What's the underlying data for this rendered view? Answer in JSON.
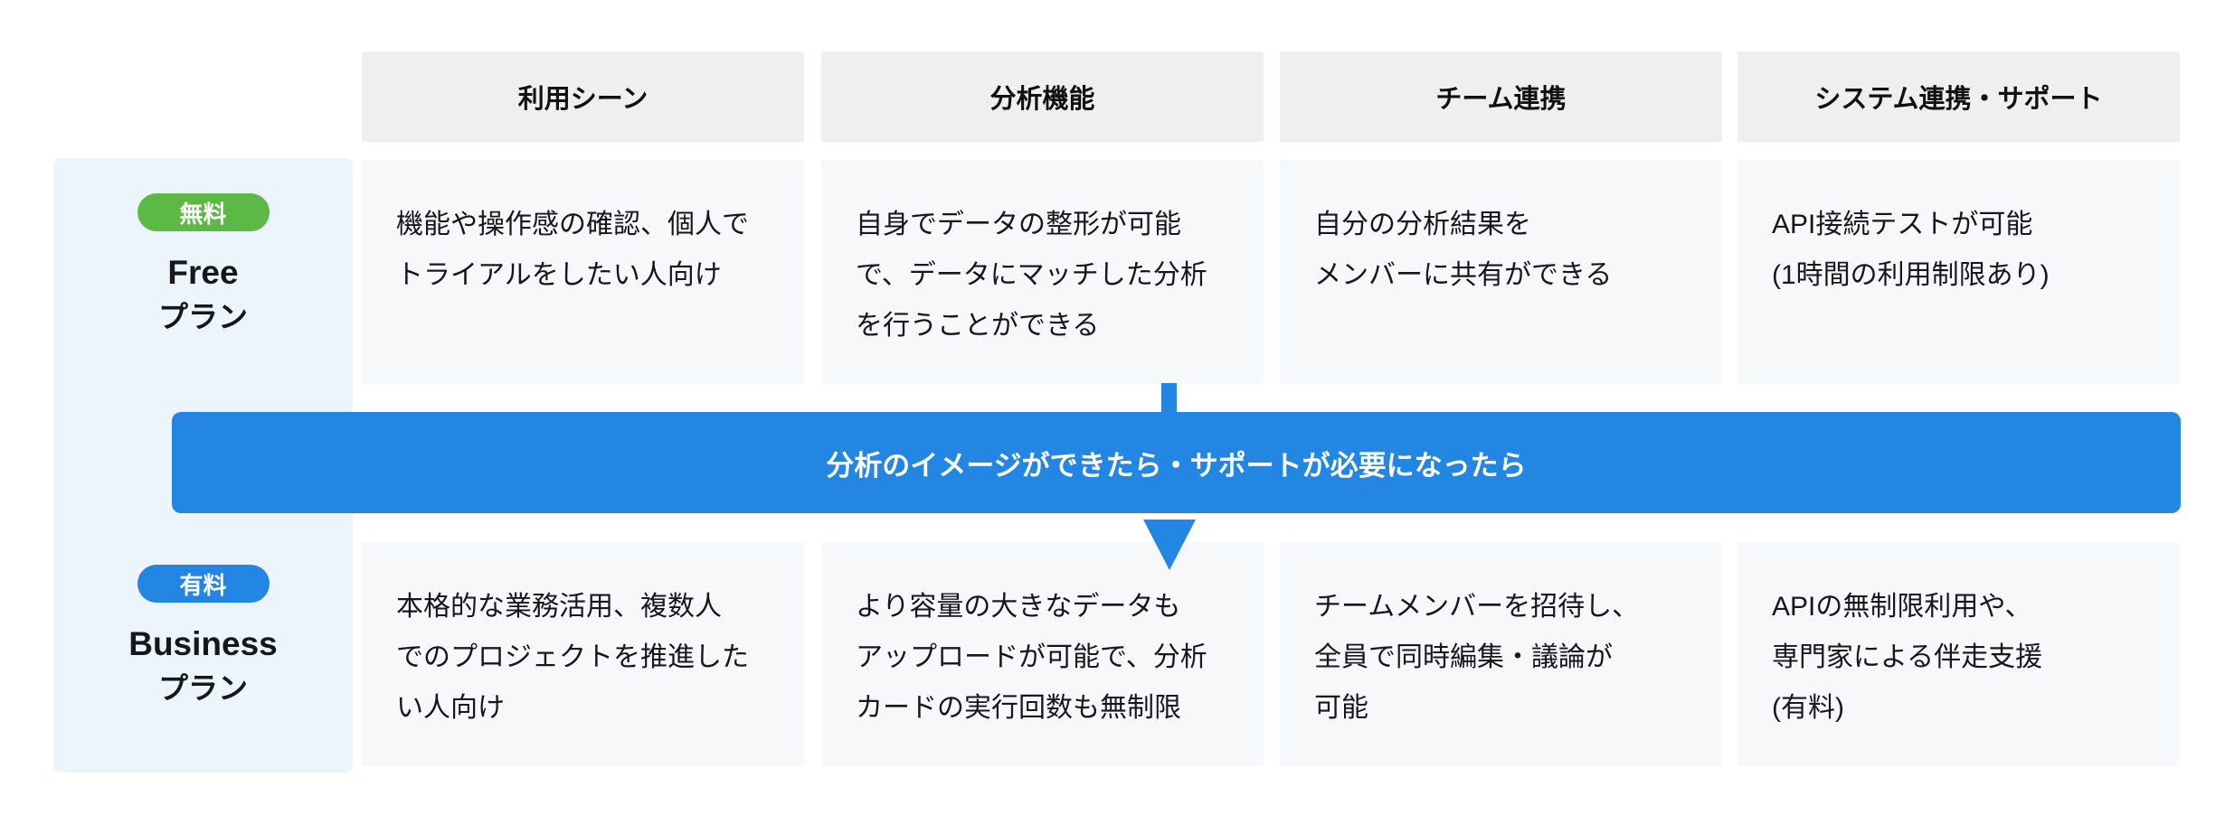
{
  "columns": [
    "利用シーン",
    "分析機能",
    "チーム連携",
    "システム連携・サポート"
  ],
  "plans": {
    "free": {
      "badge": "無料",
      "name": "Free",
      "suffix": "プラン",
      "cells": [
        "機能や操作感の確認、個人で\nトライアルをしたい人向け",
        "自身でデータの整形が可能\nで、データにマッチした分析\nを行うことができる",
        "自分の分析結果を\nメンバーに共有ができる",
        "API接続テストが可能\n(1時間の利用制限あり)"
      ]
    },
    "business": {
      "badge": "有料",
      "name": "Business",
      "suffix": "プラン",
      "cells": [
        "本格的な業務活用、複数人\nでのプロジェクトを推進した\nい人向け",
        "より容量の大きなデータも\nアップロードが可能で、分析\nカードの実行回数も無制限",
        "チームメンバーを招待し、\n全員で同時編集・議論が\n可能",
        "APIの無制限利用や、\n専門家による伴走支援\n(有料)"
      ]
    }
  },
  "banner": {
    "text": "分析のイメージができたら・サポートが必要になったら"
  },
  "colors": {
    "free_badge": "#5cb946",
    "business_badge": "#2386e3",
    "banner": "#2386e3",
    "arrow": "#2386e3",
    "plan_panel": "#ecf5fc",
    "header_bg": "#efefef",
    "cell_bg": "#f7f8fa"
  }
}
